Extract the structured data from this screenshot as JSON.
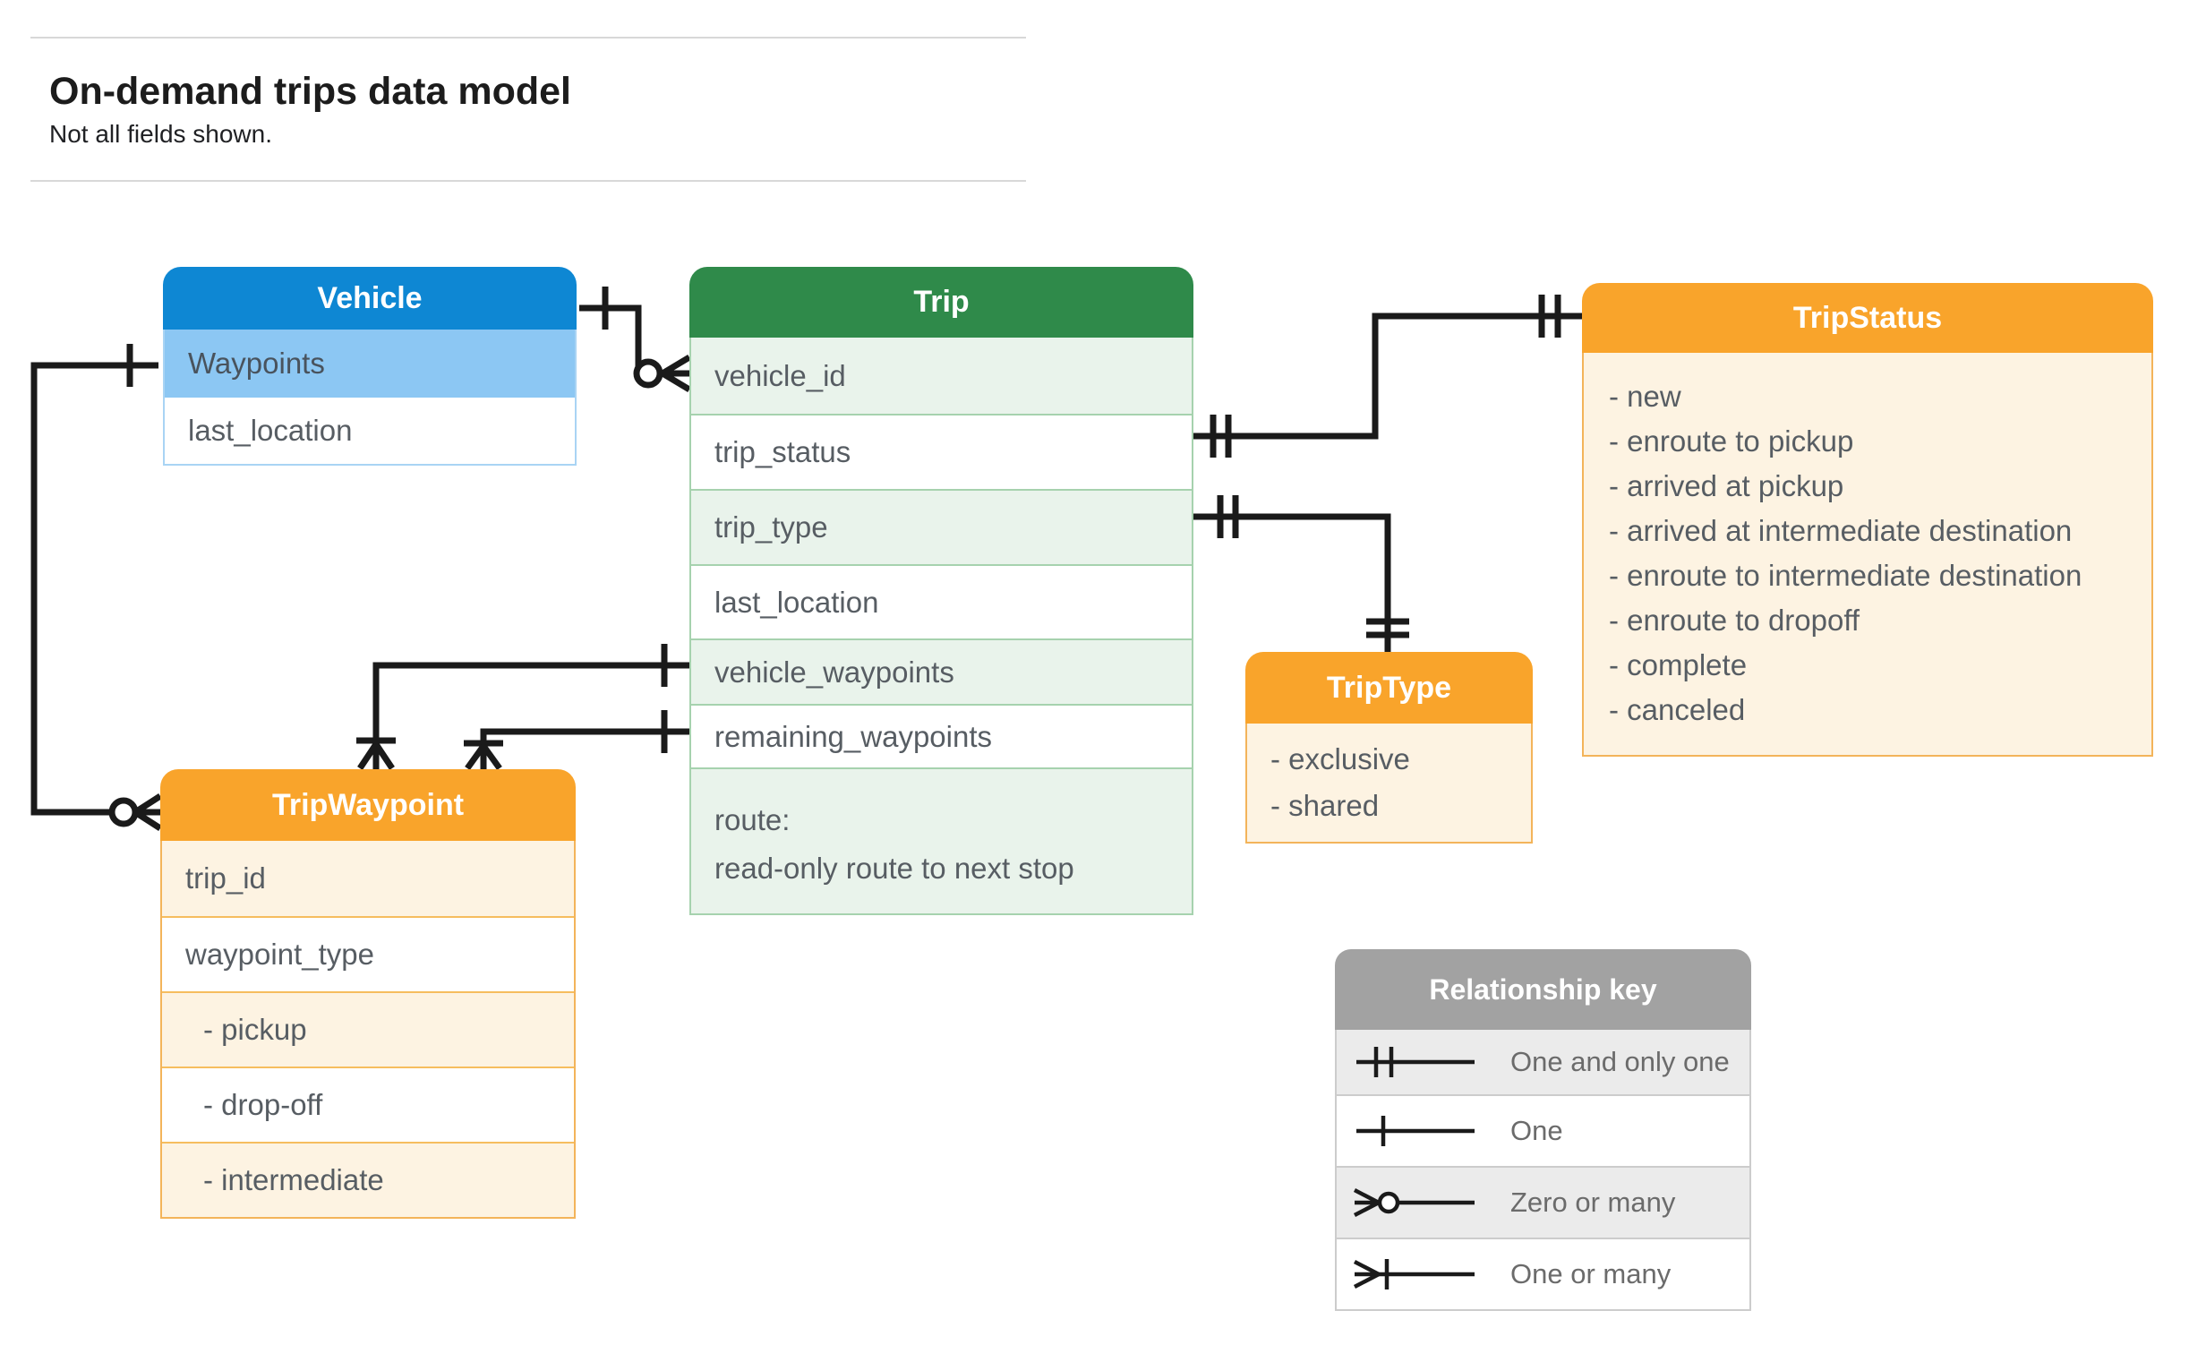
{
  "page": {
    "title": "On-demand trips data model",
    "subtitle": "Not all fields shown."
  },
  "entities": {
    "vehicle": {
      "title": "Vehicle",
      "fields": [
        "Waypoints",
        "last_location"
      ]
    },
    "trip": {
      "title": "Trip",
      "fields": [
        "vehicle_id",
        "trip_status",
        "trip_type",
        "last_location",
        "vehicle_waypoints",
        "remaining_waypoints"
      ],
      "route_field": {
        "line1": "route:",
        "line2": "read-only route to next stop"
      }
    },
    "tripStatus": {
      "title": "TripStatus",
      "items": [
        "- new",
        "- enroute to pickup",
        "- arrived at pickup",
        "- arrived at intermediate destination",
        "- enroute to intermediate destination",
        "- enroute to dropoff",
        "- complete",
        "- canceled"
      ]
    },
    "tripType": {
      "title": "TripType",
      "items": [
        "- exclusive",
        "- shared"
      ]
    },
    "tripWaypoint": {
      "title": "TripWaypoint",
      "fields": [
        "trip_id",
        "waypoint_type",
        "- pickup",
        "- drop-off",
        "- intermediate"
      ]
    }
  },
  "relationships": [
    {
      "from": "Vehicle",
      "to": "Trip.vehicle_id",
      "from_cardinality": "one",
      "to_cardinality": "zero-or-many"
    },
    {
      "from": "Vehicle.Waypoints",
      "to": "TripWaypoint",
      "from_cardinality": "one",
      "to_cardinality": "zero-or-many"
    },
    {
      "from": "Trip.trip_status",
      "to": "TripStatus",
      "from_cardinality": "one-and-only-one",
      "to_cardinality": "one-and-only-one"
    },
    {
      "from": "Trip.trip_type",
      "to": "TripType",
      "from_cardinality": "one-and-only-one",
      "to_cardinality": "one-and-only-one"
    },
    {
      "from": "Trip.vehicle_waypoints",
      "to": "TripWaypoint",
      "from_cardinality": "one",
      "to_cardinality": "one-or-many"
    },
    {
      "from": "Trip.remaining_waypoints",
      "to": "TripWaypoint",
      "from_cardinality": "one",
      "to_cardinality": "one-or-many"
    }
  ],
  "legend": {
    "title": "Relationship key",
    "items": [
      {
        "symbol": "one-and-only-one",
        "label": "One and only one"
      },
      {
        "symbol": "one",
        "label": "One"
      },
      {
        "symbol": "zero-or-many",
        "label": "Zero or many"
      },
      {
        "symbol": "one-or-many",
        "label": "One or many"
      }
    ]
  },
  "colors": {
    "vehicle_header": "#0e87d3",
    "vehicle_highlight_row": "#8cc7f3",
    "trip_header": "#2f8a4a",
    "trip_row_tint": "#e9f3eb",
    "enum_header": "#f9a42b",
    "enum_body": "#fdf3e2",
    "legend_header": "#a2a2a2",
    "legend_row_tint": "#ebebeb",
    "connector": "#1a1a1a"
  }
}
